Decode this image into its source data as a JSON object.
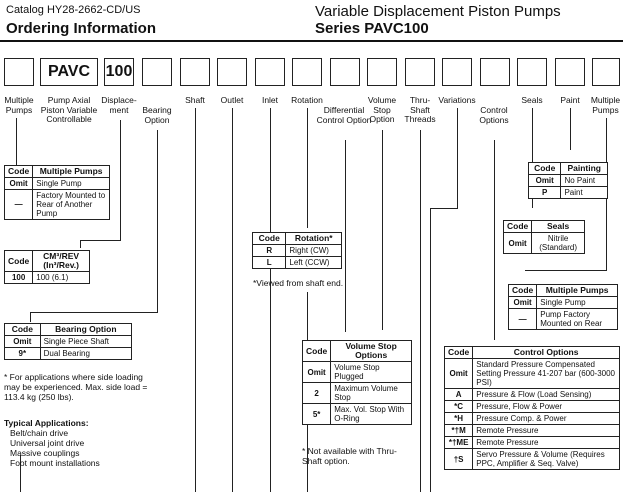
{
  "header": {
    "catalog": "Catalog HY28-2662-CD/US",
    "section_title": "Ordering Information",
    "product": "Variable Displacement Piston Pumps",
    "series": "Series PAVC100"
  },
  "boxes": {
    "pavc": "PAVC",
    "disp": "100"
  },
  "labels": {
    "multiple_pumps": "Multiple Pumps",
    "pump_type": "Pump Axial Piston Variable Controllable",
    "displacement": "Displace- ment",
    "bearing_option": "Bearing Option",
    "shaft": "Shaft",
    "outlet": "Outlet",
    "inlet": "Inlet",
    "rotation": "Rotation",
    "differential": "Differential Control Option",
    "volume_stop": "Volume Stop Option",
    "thru_shaft": "Thru- Shaft Threads",
    "variations": "Variations",
    "control_options": "Control Options",
    "seals": "Seals",
    "paint": "Paint",
    "multiple_pumps_right": "Multiple Pumps"
  },
  "mp_table": {
    "h_code": "Code",
    "h_desc": "Multiple Pumps",
    "rows": [
      {
        "code": "Omit",
        "desc": "Single Pump"
      },
      {
        "code": "—",
        "desc": "Factory Mounted to Rear of Another Pump"
      }
    ]
  },
  "disp_table": {
    "h_code": "Code",
    "h_desc": "CM³/REV (In³/Rev.)",
    "rows": [
      {
        "code": "100",
        "desc": "100 (6.1)"
      }
    ]
  },
  "bearing_table": {
    "h_code": "Code",
    "h_desc": "Bearing Option",
    "rows": [
      {
        "code": "Omit",
        "desc": "Single Piece Shaft"
      },
      {
        "code": "9*",
        "desc": "Dual Bearing"
      }
    ]
  },
  "bearing_note": "* For applications where side loading may be experienced. Max. side load = 113.4 kg (250 lbs).",
  "typical": {
    "title": "Typical Applications:",
    "items": [
      "Belt/chain drive",
      "Universal joint drive",
      "Massive couplings",
      "Foot mount installations"
    ]
  },
  "rotation_table": {
    "h_code": "Code",
    "h_desc": "Rotation*",
    "rows": [
      {
        "code": "R",
        "desc": "Right (CW)"
      },
      {
        "code": "L",
        "desc": "Left (CCW)"
      }
    ]
  },
  "rotation_note": "*Viewed from shaft end.",
  "vstop_table": {
    "h_code": "Code",
    "h_desc": "Volume Stop Options",
    "rows": [
      {
        "code": "Omit",
        "desc": "Volume Stop Plugged"
      },
      {
        "code": "2",
        "desc": "Maximum Volume Stop"
      },
      {
        "code": "5*",
        "desc": "Max. Vol. Stop With O-Ring"
      }
    ]
  },
  "vstop_note": "* Not available with Thru-Shaft option.",
  "paint_table": {
    "h_code": "Code",
    "h_desc": "Painting",
    "rows": [
      {
        "code": "Omit",
        "desc": "No Paint"
      },
      {
        "code": "P",
        "desc": "Paint"
      }
    ]
  },
  "seals_table": {
    "h_code": "Code",
    "h_desc": "Seals",
    "rows": [
      {
        "code": "Omit",
        "desc": "Nitrile (Standard)"
      }
    ]
  },
  "mp2_table": {
    "h_code": "Code",
    "h_desc": "Multiple Pumps",
    "rows": [
      {
        "code": "Omit",
        "desc": "Single Pump"
      },
      {
        "code": "—",
        "desc": "Pump Factory Mounted on Rear"
      }
    ]
  },
  "control_table": {
    "h_code": "Code",
    "h_desc": "Control Options",
    "rows": [
      {
        "code": "Omit",
        "desc": "Standard Pressure Compensated Setting Pressure 41-207 bar (600-3000 PSI)"
      },
      {
        "code": "A",
        "desc": "Pressure & Flow (Load Sensing)"
      },
      {
        "code": "*C",
        "desc": "Pressure, Flow & Power"
      },
      {
        "code": "*H",
        "desc": "Pressure Comp. & Power"
      },
      {
        "code": "*†M",
        "desc": "Remote Pressure"
      },
      {
        "code": "*†ME",
        "desc": "Remote Pressure"
      },
      {
        "code": "†S",
        "desc": "Servo Pressure & Volume (Requires PPC, Amplifier & Seq. Valve)"
      }
    ]
  }
}
